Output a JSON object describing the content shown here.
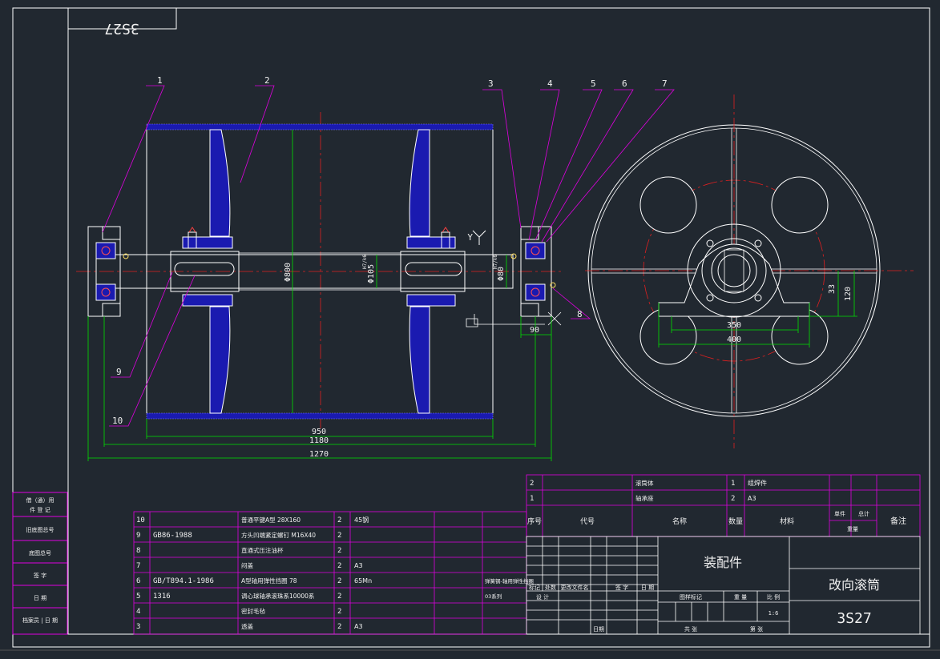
{
  "stamp_code": "3S27",
  "callouts": [
    "1",
    "2",
    "3",
    "4",
    "5",
    "6",
    "7",
    "8",
    "9",
    "10"
  ],
  "dimensions": {
    "d800": "Φ800",
    "d105": "Φ105",
    "d80": "Φ80",
    "fit1": "H7/k6",
    "fit2": "H7/k6",
    "l90": "90",
    "l950": "950",
    "l1180": "1180",
    "l1270": "1270",
    "l350": "350",
    "l400": "400",
    "h33": "33",
    "h120": "120",
    "view_y": "Y"
  },
  "left_strip": [
    "借（通）用",
    "件 登 记",
    "旧底图总号",
    "底图总号",
    "签 字",
    "日 期",
    "档案员 | 日 期"
  ],
  "parts": [
    {
      "no": "10",
      "code": "",
      "name": "普通平键A型 28X160",
      "qty": "2",
      "mat": "45钢",
      "note": ""
    },
    {
      "no": "9",
      "code": "GB86-1988",
      "name": "方头凹端紧定螺钉 M16X40",
      "qty": "2",
      "mat": "",
      "note": ""
    },
    {
      "no": "8",
      "code": "",
      "name": "直通式压注油杯",
      "qty": "2",
      "mat": "",
      "note": ""
    },
    {
      "no": "7",
      "code": "",
      "name": "闷盖",
      "qty": "2",
      "mat": "A3",
      "note": ""
    },
    {
      "no": "6",
      "code": "GB/T894.1-1986",
      "name": "A型轴用弹性挡圈 78",
      "qty": "2",
      "mat": "65Mn",
      "note": "弹簧钢-轴用弹性挡圈"
    },
    {
      "no": "5",
      "code": "1316",
      "name": "调心球轴承滚珠系10000系",
      "qty": "2",
      "mat": "",
      "note": "03系列"
    },
    {
      "no": "4",
      "code": "",
      "name": "密封毛毡",
      "qty": "2",
      "mat": "",
      "note": ""
    },
    {
      "no": "3",
      "code": "",
      "name": "透盖",
      "qty": "2",
      "mat": "A3",
      "note": ""
    }
  ],
  "parts_right": [
    {
      "no": "2",
      "name": "滚筒体",
      "qty": "1",
      "mat": "组焊件"
    },
    {
      "no": "1",
      "name": "轴承座",
      "qty": "2",
      "mat": "A3"
    }
  ],
  "header": {
    "no": "序号",
    "code": "代号",
    "name": "名称",
    "qty": "数量",
    "mat": "材料",
    "unit": "单件",
    "total": "总计",
    "weight": "重量",
    "note": "备注"
  },
  "title_block": {
    "assembly": "装配件",
    "name": "改向滚筒",
    "code": "3S27",
    "marks": "标记",
    "zone": "处数",
    "change_doc": "更改文件名",
    "signature": "签 字",
    "date": "日 期",
    "design": "设 计",
    "stage_mark": "图样标记",
    "weight": "重 量",
    "scale": "比 例",
    "scale_value": "1:6",
    "count": "共  张",
    "sheet": "第  张",
    "date2": "日期"
  },
  "colors": {
    "frame": "#ffffff",
    "table": "#e000e0",
    "dim": "#00e000",
    "center": "#e02020",
    "hatch": "#1a1ab0",
    "text": "#f0f0f0"
  }
}
